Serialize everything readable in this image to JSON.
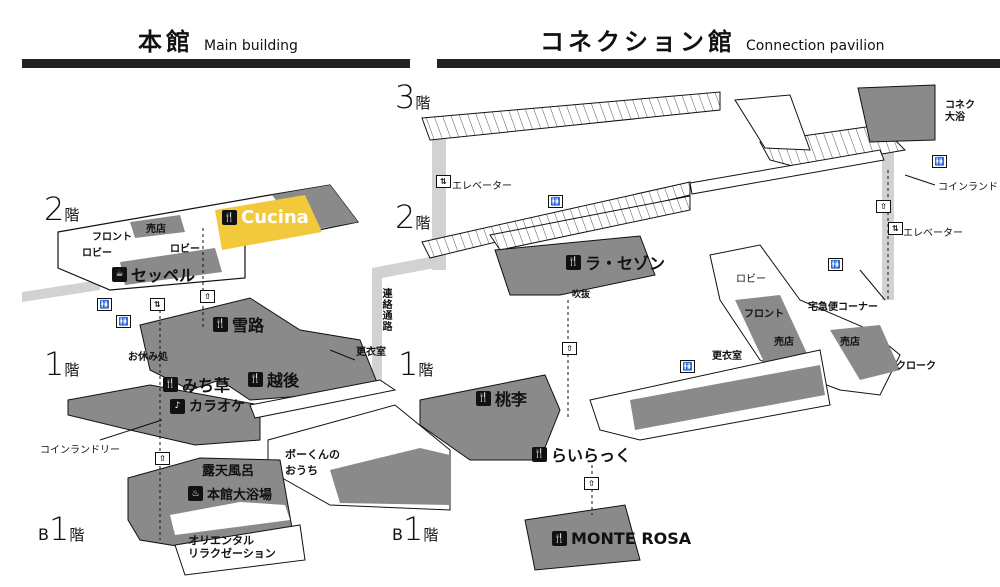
{
  "colors": {
    "building": "#8a8a8a",
    "highlight": "#f2c93a",
    "bar": "#222222",
    "corridor": "#d2d2d2"
  },
  "header": {
    "main": {
      "jp": "本館",
      "en": "Main building"
    },
    "connection": {
      "jp": "コネクション館",
      "en": "Connection pavilion"
    }
  },
  "floors": {
    "main_3": "",
    "main_2": {
      "n": "2",
      "k": "階"
    },
    "main_1": {
      "n": "1",
      "k": "階"
    },
    "main_b1": {
      "b": "B",
      "n": "1",
      "k": "階"
    },
    "conn_3": {
      "n": "3",
      "k": "階"
    },
    "conn_2": {
      "n": "2",
      "k": "階"
    },
    "conn_1": {
      "n": "1",
      "k": "階"
    },
    "conn_b1": {
      "b": "B",
      "n": "1",
      "k": "階"
    }
  },
  "labels": {
    "front_main": "フロント",
    "shop_main": "売店",
    "lobby_a": "ロビー",
    "lobby_b": "ロビー",
    "cucina": "Cucina",
    "seppel": "セッペル",
    "yukiji": "雪路",
    "oyasumi": "お休み処",
    "michikusa": "みち草",
    "echigo": "越後",
    "karaoke": "カラオケ",
    "koinrandry_main": "コインランドリー",
    "koui_main": "更衣室",
    "renraku": "連絡通路",
    "bokun": "ボーくんの\nおうち",
    "roten": "露天風呂",
    "honkan_daiyoku": "本館大浴場",
    "oriental": "オリエンタル\nリラクゼーション",
    "elevator_a": "エレベーター",
    "la_saison": "ラ・セゾン",
    "fukinuke": "吹抜",
    "toukri": "桃李",
    "rairakku": "らいらっく",
    "monte_rosa": "MONTE ROSA",
    "lobby_conn": "ロビー",
    "front_conn": "フロント",
    "shop_conn": "売店",
    "shop_conn2": "売店",
    "takkyubin": "宅急便コーナー",
    "cloak": "クローク",
    "koui_conn": "更衣室",
    "elevator_b": "エレベーター",
    "coinlaundry_conn": "コインランドリー",
    "conn_daiyoku": "コネク\n大浴"
  },
  "icons": [
    "restaurant-icon",
    "toilet-icon",
    "elevator-icon",
    "stairs-icon",
    "onsen-icon",
    "karaoke-icon",
    "cafe-icon",
    "door-icon"
  ]
}
